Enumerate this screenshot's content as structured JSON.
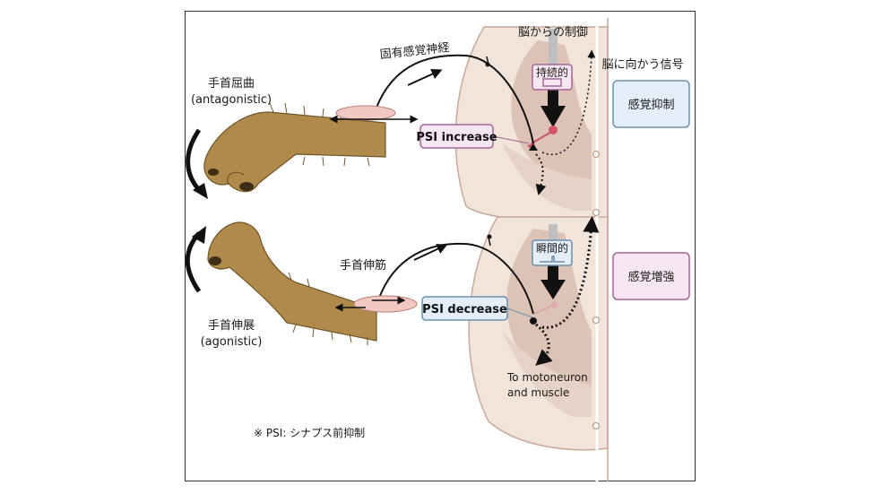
{
  "labels": {
    "proprioceptive_nerve": "固有感覚神経",
    "brain_control": "脳からの制御",
    "to_brain_signal": "脳に向かう信号",
    "wrist_flexion": "手首屈曲",
    "antagonistic": "(antagonistic)",
    "wrist_extension": "手首伸展",
    "agonistic": "(agonistic)",
    "wrist_extensor": "手首伸筋",
    "psi_increase": "PSI increase",
    "psi_decrease": "PSI decrease",
    "sustained": "持続的",
    "transient": "瞬間的",
    "sensory_suppression": "感覚抑制",
    "sensory_enhancement": "感覚増強",
    "to_motoneuron_1": "To motoneuron",
    "to_motoneuron_2": "and muscle",
    "footnote": "※ PSI: シナプス前抑制"
  },
  "colors": {
    "pink_box": "#f6e6f1",
    "pink_border": "#a3659a",
    "blue_box": "#e3eef8",
    "blue_border": "#6d8fae",
    "spinal_light": "#f1e4da",
    "spinal_dark": "#dcc3b5",
    "hand": "#b08a4a",
    "muscle": "#f2c9c2"
  }
}
